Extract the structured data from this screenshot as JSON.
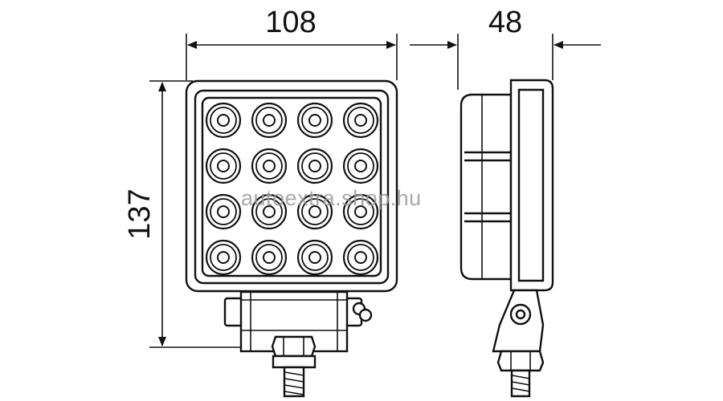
{
  "dimensions": {
    "width": "108",
    "depth": "48",
    "height": "137"
  },
  "watermark": "autoextra.shop.hu",
  "led_grid": {
    "rows": 4,
    "cols": 4
  },
  "colors": {
    "line": "#111111",
    "background": "#ffffff",
    "watermark": "#9a9a9a"
  }
}
